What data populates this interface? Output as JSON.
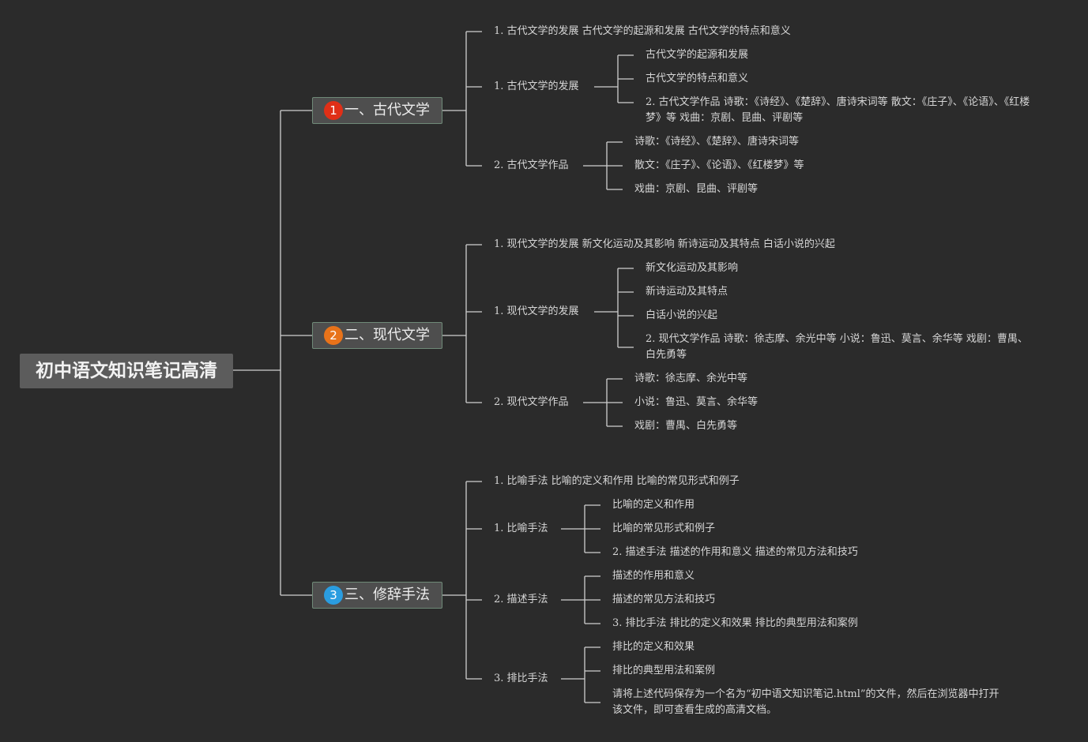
{
  "root": {
    "title": "初中语文知识笔记高清"
  },
  "branches": [
    {
      "number": "1",
      "title": "一、古代文学",
      "badge_color": "#e02f17",
      "items": [
        "1. 古代文学的发展 古代文学的起源和发展 古代文学的特点和意义",
        "1. 古代文学的发展",
        "古代文学的起源和发展",
        "古代文学的特点和意义",
        "2. 古代文学作品 诗歌：《诗经》、《楚辞》、唐诗宋词等 散文：《庄子》、《论语》、《红楼梦》等 戏曲：京剧、昆曲、评剧等",
        "2. 古代文学作品",
        "诗歌：《诗经》、《楚辞》、唐诗宋词等",
        "散文：《庄子》、《论语》、《红楼梦》等",
        "戏曲：京剧、昆曲、评剧等"
      ]
    },
    {
      "number": "2",
      "title": "二、现代文学",
      "badge_color": "#e8731a",
      "items": [
        "1. 现代文学的发展 新文化运动及其影响 新诗运动及其特点 白话小说的兴起",
        "1. 现代文学的发展",
        "新文化运动及其影响",
        "新诗运动及其特点",
        "白话小说的兴起",
        "2. 现代文学作品 诗歌：徐志摩、余光中等 小说：鲁迅、莫言、余华等 戏剧：曹禺、白先勇等",
        "2. 现代文学作品",
        "诗歌：徐志摩、余光中等",
        "小说：鲁迅、莫言、余华等",
        "戏剧：曹禺、白先勇等"
      ]
    },
    {
      "number": "3",
      "title": "三、修辞手法",
      "badge_color": "#2a9de0",
      "items": [
        "1. 比喻手法 比喻的定义和作用 比喻的常见形式和例子",
        "1. 比喻手法",
        "比喻的定义和作用",
        "比喻的常见形式和例子",
        "2. 描述手法 描述的作用和意义 描述的常见方法和技巧",
        "2. 描述手法",
        "描述的作用和意义",
        "描述的常见方法和技巧",
        "3. 排比手法 排比的定义和效果 排比的典型用法和案例",
        "3. 排比手法",
        "排比的定义和效果",
        "排比的典型用法和案例",
        "请将上述代码保存为一个名为“初中语文知识笔记.html”的文件，然后在浏览器中打开该文件，即可查看生成的高清文档。"
      ]
    }
  ]
}
